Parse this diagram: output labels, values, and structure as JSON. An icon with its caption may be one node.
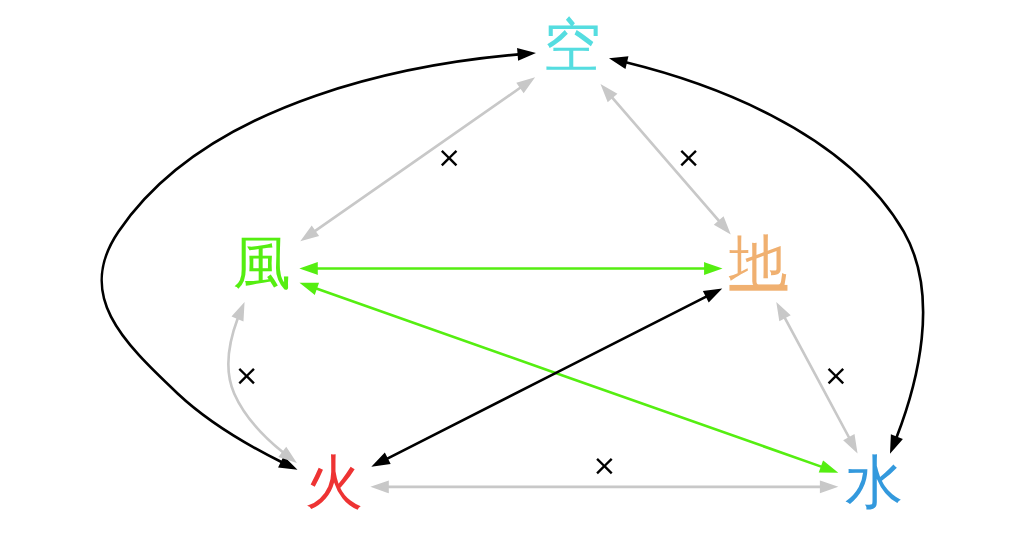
{
  "diagram": {
    "nodes": [
      {
        "text": [
          "空"
        ]
      },
      {
        "text": [
          "風"
        ]
      },
      {
        "text": [
          "地"
        ]
      },
      {
        "text": [
          "火"
        ]
      },
      {
        "text": [
          "水"
        ]
      }
    ],
    "edges": [
      {
        "from": 0,
        "to": 1,
        "arrow": "both",
        "label": "×"
      },
      {
        "from": 0,
        "to": 2,
        "arrow": "both",
        "label": "×"
      },
      {
        "from": 1,
        "to": 3,
        "arrow": "both",
        "label": "×"
      },
      {
        "from": 2,
        "to": 4,
        "arrow": "both",
        "label": "×"
      },
      {
        "from": 3,
        "to": 4,
        "arrow": "both",
        "label": "×"
      },
      {
        "from": 0,
        "to": 3,
        "arrow": "both",
        "color": "#000000"
      },
      {
        "from": 0,
        "to": 4,
        "arrow": "both",
        "color": "#000000"
      },
      {
        "from": 2,
        "to": 3,
        "arrow": "both",
        "color": "#000000"
      },
      {
        "from": 1,
        "to": 2,
        "arrow": "both",
        "color": "#55ee11"
      },
      {
        "from": 1,
        "to": 4,
        "arrow": "both",
        "color": "#55ee11"
      }
    ]
  }
}
